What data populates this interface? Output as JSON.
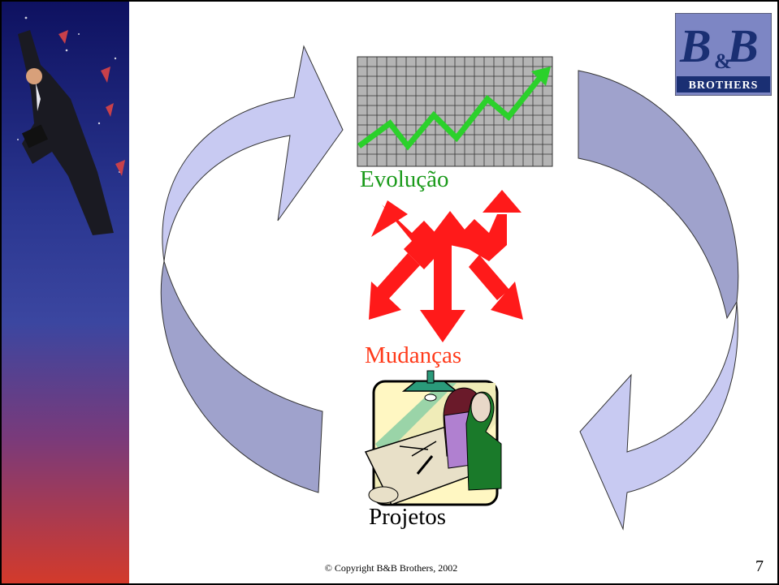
{
  "slide": {
    "labels": {
      "evolution": "Evolução",
      "changes": "Mudanças",
      "projects": "Projetos"
    },
    "logo": {
      "text": "BROTHERS"
    },
    "footer": {
      "copyright": "© Copyright B&B Brothers, 2002",
      "page_number": "7"
    }
  },
  "colors": {
    "evolution_label": "#1a9a1a",
    "changes_label": "#ff3a1a",
    "changes_arrows": "#ff1a1a",
    "cycle_arrow_light": "#c8caf2",
    "cycle_arrow_dark": "#9fa2cc",
    "logo_bg": "#7d86c4",
    "logo_letters": "#1a2f73",
    "chart_line": "#2bd12b"
  },
  "icons": [
    "rising-chart-icon",
    "multi-direction-arrows-icon",
    "architect-blueprint-icon",
    "bb-brothers-logo-icon",
    "flying-businessman-image"
  ]
}
